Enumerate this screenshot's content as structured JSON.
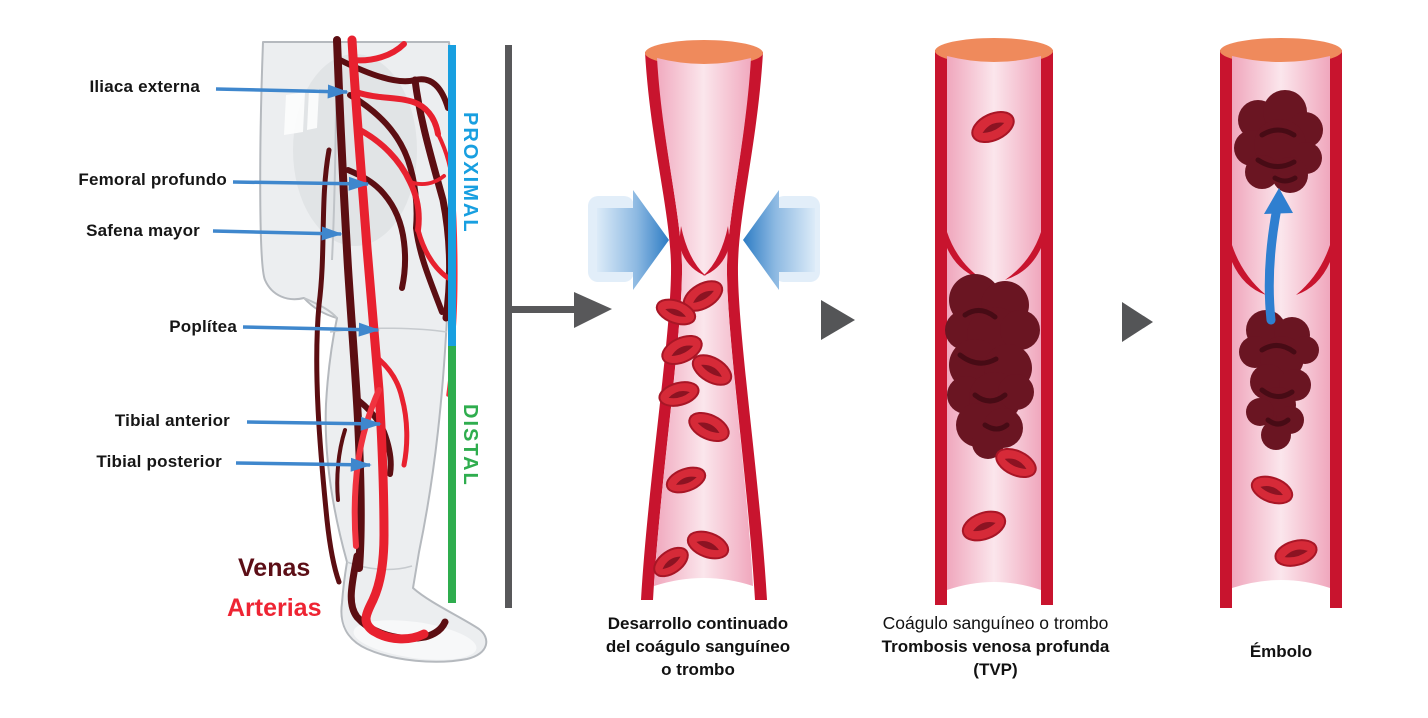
{
  "anatomy": {
    "labels": [
      {
        "text": "Iliaca externa"
      },
      {
        "text": "Femoral profundo"
      },
      {
        "text": "Safena mayor"
      },
      {
        "text": "Poplítea"
      },
      {
        "text": "Tibial anterior"
      },
      {
        "text": "Tibial posterior"
      }
    ],
    "legend": {
      "venas": "Venas",
      "arterias": "Arterias"
    },
    "regions": {
      "proximal": "PROXIMAL",
      "distal": "DISTAL"
    }
  },
  "stages": [
    {
      "caption_lines": [
        "Desarrollo continuado",
        "del coágulo sanguíneo",
        "o trombo"
      ]
    },
    {
      "caption_lines": [
        "Coágulo sanguíneo o trombo",
        "Trombosis venosa profunda",
        "(TVP)"
      ]
    },
    {
      "caption_lines": [
        "Émbolo"
      ]
    }
  ],
  "icons": {
    "flow_arrow": "right-arrow-icon",
    "step_marker": "play-triangle-icon",
    "compression": "inward-arrows-icon",
    "embolus_direction": "up-arrow-icon"
  },
  "colors": {
    "proximal_bar": "#189fe0",
    "distal_bar": "#2fad4e",
    "divider_gray": "#58585a",
    "label_arrow_blue": "#3f87cd",
    "venas_text": "#5c0e16",
    "arterias_text": "#ee2433",
    "vessel_wall_red": "#c8142e",
    "lumen_pink": "#f7c4d3",
    "rim_orange": "#ef8a5c",
    "blood_cell_red": "#d62a38",
    "clot_maroon": "#6a1522",
    "compression_arrow_blue": "#2d7cc4",
    "embolus_arrow_blue": "#2f7fd0",
    "caption_text": "#111111"
  }
}
